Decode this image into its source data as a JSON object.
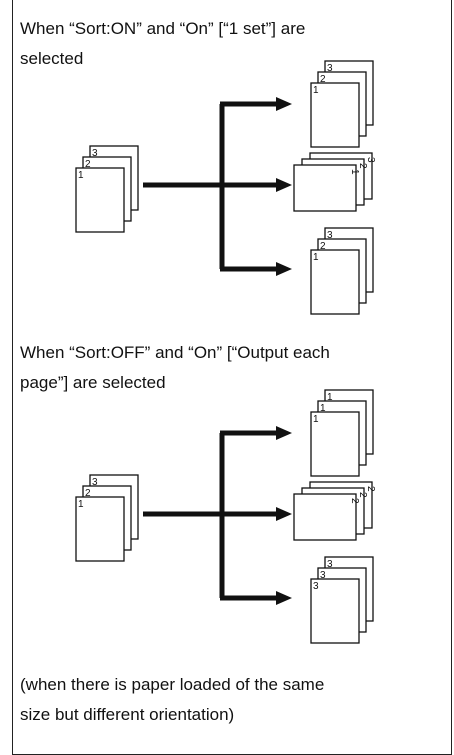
{
  "section1": {
    "caption_line1": "When “Sort:ON” and “On” [“1 set”] are",
    "caption_line2": "selected",
    "input_stack": [
      "3",
      "2",
      "1"
    ],
    "outputs": [
      {
        "pages": [
          "3",
          "2",
          "1"
        ],
        "orientation": "portrait"
      },
      {
        "pages": [
          "3",
          "2",
          "1"
        ],
        "orientation": "landscape"
      },
      {
        "pages": [
          "3",
          "2",
          "1"
        ],
        "orientation": "portrait"
      }
    ]
  },
  "section2": {
    "caption_line1": "When “Sort:OFF” and “On” [“Output each",
    "caption_line2": "page”] are selected",
    "input_stack": [
      "3",
      "2",
      "1"
    ],
    "outputs": [
      {
        "pages": [
          "1",
          "1",
          "1"
        ],
        "orientation": "portrait"
      },
      {
        "pages": [
          "2",
          "2",
          "2"
        ],
        "orientation": "landscape"
      },
      {
        "pages": [
          "3",
          "3",
          "3"
        ],
        "orientation": "portrait"
      }
    ]
  },
  "footnote": {
    "line1": "(when there is paper loaded of the same",
    "line2": "size but different orientation)"
  }
}
